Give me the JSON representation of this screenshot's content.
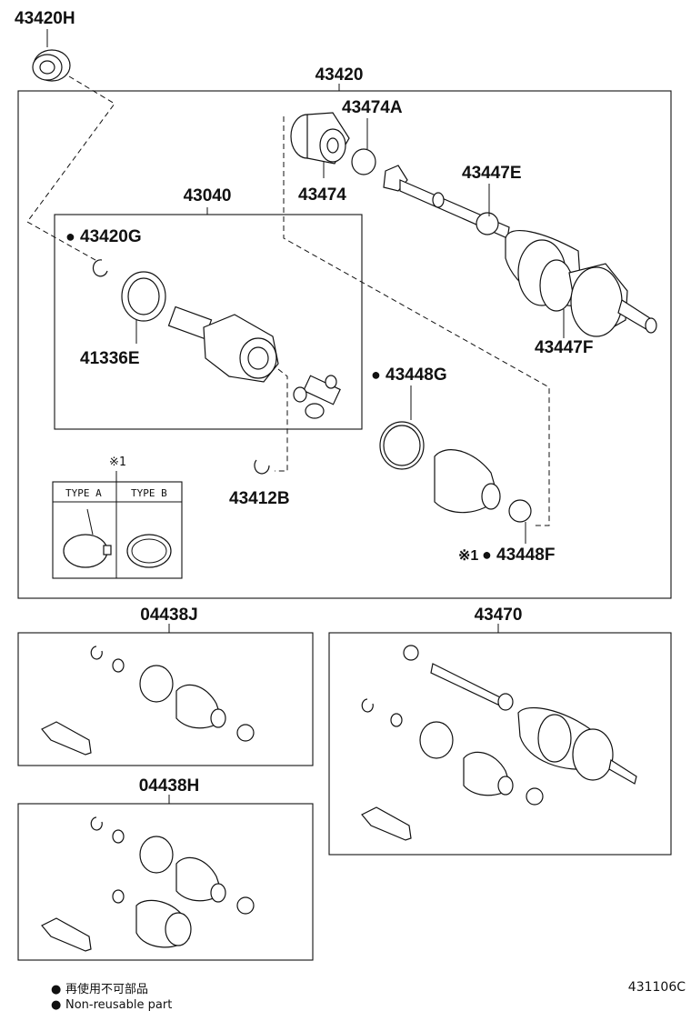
{
  "labels": {
    "oil_seal": "43420H",
    "shaft_assy": "43420",
    "damper": "43474",
    "damper_clamp": "43474A",
    "outer_clamp": "43447E",
    "outer_boot": "43447F",
    "inboard_joint": "43040",
    "snap_ring_g": "43420G",
    "snap_ring_e": "41336E",
    "inner_clamp": "43448G",
    "inner_clamp_f": "43448F",
    "snap_ring_b": "43412B",
    "kit_j": "04438J",
    "kit_h": "04438H",
    "shaft_assy_2": "43470",
    "diagram_id": "431106C"
  },
  "markers": {
    "non_reusable": "●",
    "note_ref": "※1"
  },
  "type_table": {
    "note": "※1",
    "type_a": "TYPE A",
    "type_b": "TYPE B"
  },
  "legend": {
    "japanese": "再使用不可部品",
    "english": "Non-reusable part"
  }
}
